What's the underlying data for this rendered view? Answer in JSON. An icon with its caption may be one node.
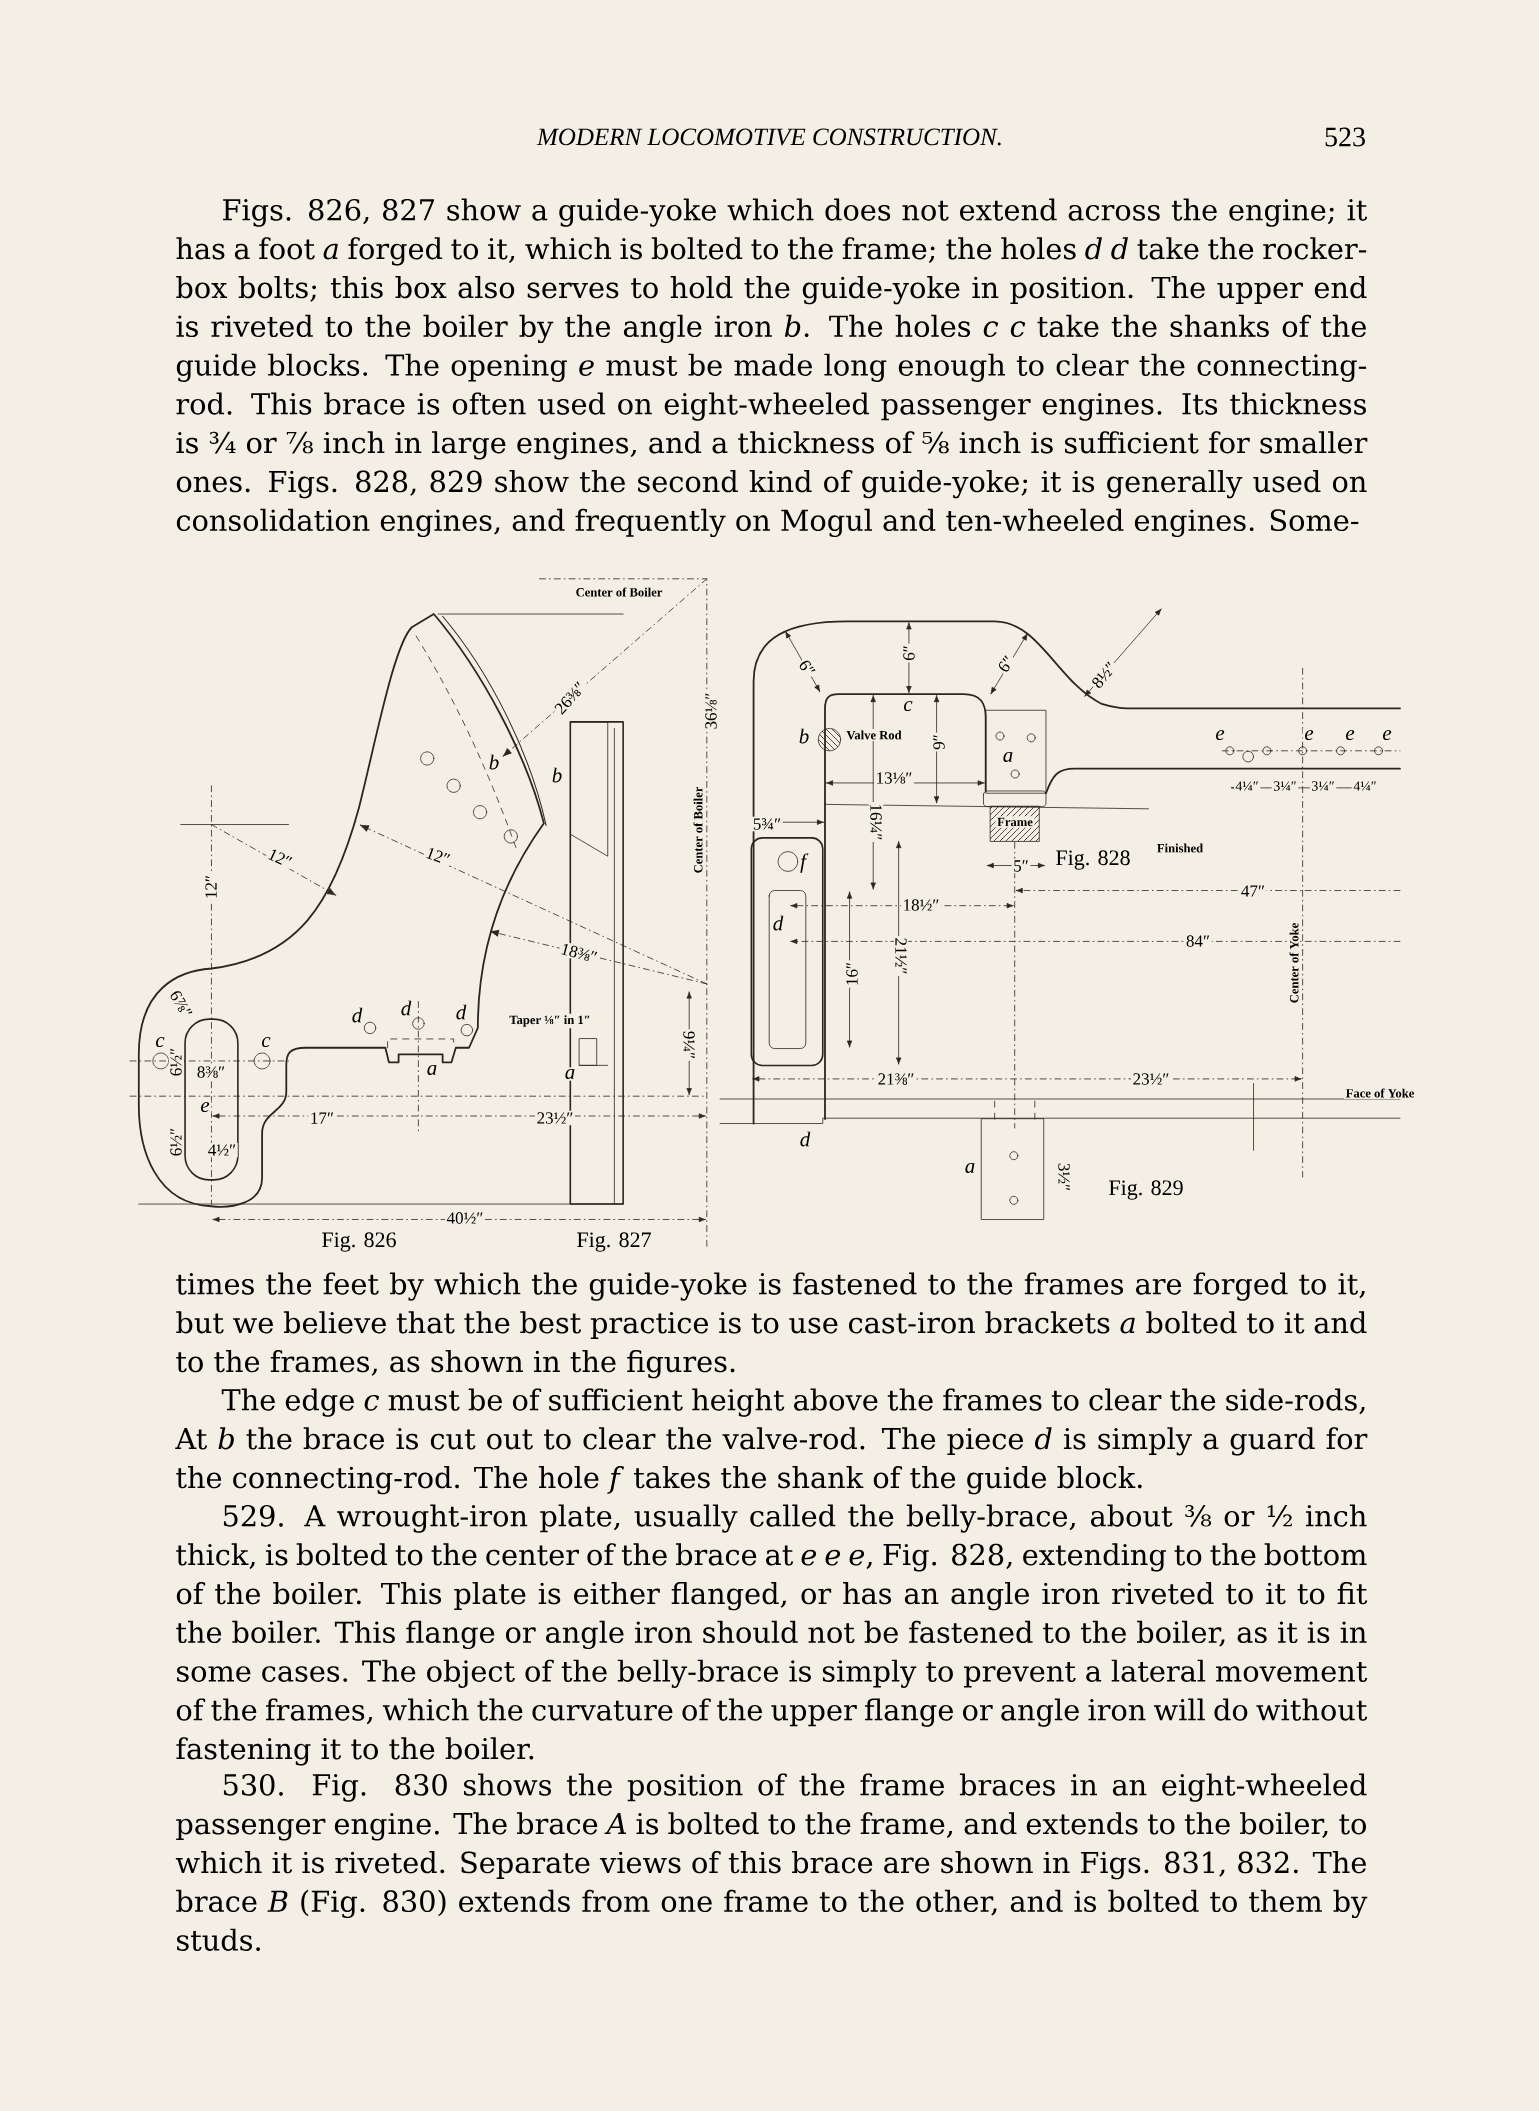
{
  "diagram": {
    "title": "MODERN LOCOMOTIVE CONSTRUCTION.",
    "labels": [
      "523",
      "Figs. 826, 827 show a guide-yoke which does not extend across the engine; it has a foot *a* forged to it, which is bolted to the frame; the holes *d d* take the rocker-box bolts; this box also serves to hold the guide-yoke in position. The upper end is riveted to the boiler by the angle iron *b*. The holes *c c* take the shanks of the guide blocks. The opening *e* must be made long enough to clear the connecting-rod. This brace is often used on eight-wheeled passenger engines. Its thickness is ¾ or ⅞ inch in large engines, and a thickness of ⅝ inch is sufficient for smaller ones. Figs. 828, 829 show the second kind of guide-yoke; it is generally used on consolidation engines, and frequently on Mogul and ten-wheeled engines. Some-",
      "Center of Boiler",
      "26⅜″",
      "36⅛″",
      "b",
      "b",
      "Center of Boiler",
      "12″",
      "12″",
      "12″",
      "18⅜″",
      "6⅞″",
      "d",
      "d",
      "d",
      "Taper ⅛″ in 1″",
      "c",
      "c",
      "6½″",
      "8⅜″",
      "a",
      "a",
      "9¼″",
      "e",
      "17″",
      "23½″",
      "6½″",
      "4½″",
      "40½″",
      "Fig. 826",
      "Fig. 827",
      "6″",
      "6″",
      "6″",
      "8½″",
      "c",
      "b",
      "Valve Rod",
      "9″",
      "a",
      "e",
      "e",
      "e",
      "e",
      "13⅛″",
      "4¼″",
      "3¼″",
      "3¼″",
      "4¼″",
      "5¾″",
      "16¼″",
      "Frame",
      "f",
      "5″",
      "Fig. 828",
      "Finished",
      "47″",
      "d",
      "18½″",
      "16″",
      "21½″",
      "84″",
      "Center of Yoke",
      "21⅜″",
      "23½″",
      "Face of Yoke",
      "d",
      "a",
      "3½″",
      "Fig. 829",
      "times the feet by which the guide-yoke is fastened to the frames are forged to it, but we believe that the best practice is to use cast-iron brackets *a* bolted to it and to the frames, as shown in the figures.",
      "The edge *c* must be of sufficient height above the frames to clear the side-rods, At *b* the brace is cut out to clear the valve-rod. The piece *d* is simply a guard for the connecting-rod. The hole *f* takes the shank of the guide block.",
      "529. A wrought-iron plate, usually called the belly-brace, about ⅜ or ½ inch thick, is bolted to the center of the brace at *e e e*, Fig. 828, extending to the bottom of the boiler. This plate is either flanged, or has an angle iron riveted to it to fit the boiler. This flange or angle iron should not be fastened to the boiler, as it is in some cases. The object of the belly-brace is simply to prevent a lateral movement of the frames, which the curvature of the upper flange or angle iron will do without fastening it to the boiler.",
      "530. Fig. 830 shows the position of the frame braces in an eight-wheeled passenger engine. The brace *A* is bolted to the frame, and extends to the boiler, to which it is riveted. Separate views of this brace are shown in Figs. 831, 832. The brace *B* (Fig. 830) extends from one frame to the other, and is bolted to them by studs."
    ]
  }
}
